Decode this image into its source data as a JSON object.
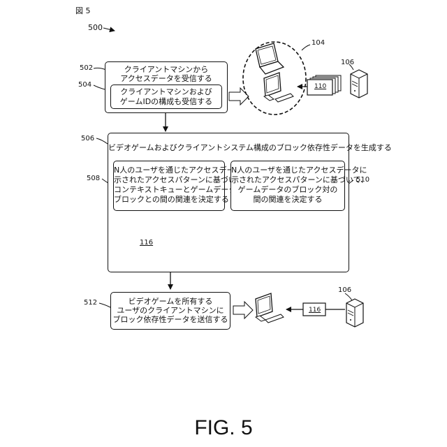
{
  "figure": {
    "corner_title": "図 5",
    "caption": "FIG. 5",
    "diagram_ref": "500"
  },
  "steps": {
    "s502": {
      "ref": "502",
      "lines": [
        "クライアントマシンから",
        "アクセスデータを受信する"
      ]
    },
    "s504": {
      "ref": "504",
      "lines": [
        "クライアントマシンおよび",
        "ゲームIDの構成も受信する"
      ]
    },
    "s506": {
      "ref": "506",
      "lines": [
        "ビデオゲームおよびクライアントシステム構成のブロック依存性データを生成する"
      ]
    },
    "s508": {
      "ref": "508",
      "lines": [
        "N人のユーザを通じたアクセスデータに",
        "示されたアクセスパターンに基づいて、",
        "コンテキストキューとゲームデータの",
        "ブロックとの間の関連を決定する"
      ]
    },
    "s510": {
      "ref": "510",
      "lines": [
        "N人のユーザを通じたアクセスデータに",
        "示されたアクセスパターンに基づいて、",
        "ゲームデータのブロック対の",
        "間の関連を決定する"
      ]
    },
    "s512": {
      "ref": "512",
      "lines": [
        "ビデオゲームを所有する",
        "ユーザのクライアントマシンに",
        "ブロック依存性データを送信する"
      ]
    }
  },
  "elements": {
    "clients_ref": "104",
    "packets_ref": "110",
    "server_top_ref": "106",
    "tree_ref": "116",
    "packet_bottom_ref": "116",
    "server_bottom_ref": "106"
  }
}
